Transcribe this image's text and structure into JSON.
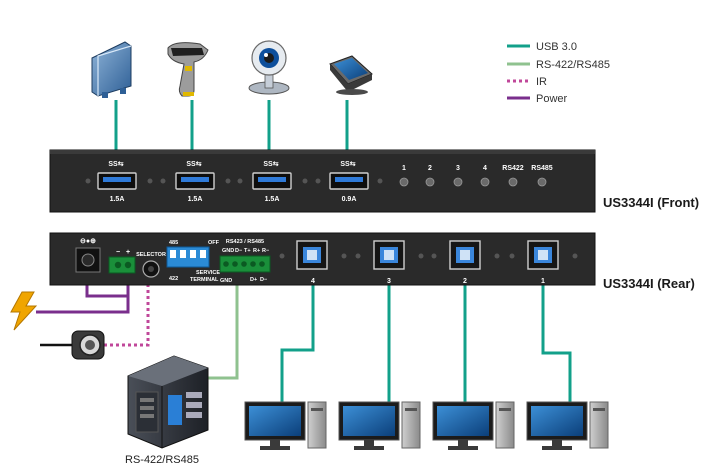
{
  "legend": {
    "items": [
      {
        "label": "USB 3.0",
        "color": "#12a08a",
        "style": "solid"
      },
      {
        "label": "RS-422/RS485",
        "color": "#8fc28f",
        "style": "solid"
      },
      {
        "label": "IR",
        "color": "#c0479a",
        "style": "dotted"
      },
      {
        "label": "Power",
        "color": "#7a2f8c",
        "style": "solid"
      }
    ]
  },
  "front": {
    "title": "US3344I (Front)",
    "usb_badge": "SS⇆",
    "ports": [
      {
        "current": "1.5A"
      },
      {
        "current": "1.5A"
      },
      {
        "current": "1.5A"
      },
      {
        "current": "0.9A"
      }
    ],
    "leds": [
      "1",
      "2",
      "3",
      "4",
      "RS422",
      "RS485"
    ]
  },
  "rear": {
    "title": "US3344I (Rear)",
    "power_symbol": "⊖●⊕",
    "power_terminal_labels": [
      "−",
      "+"
    ],
    "selector_label": "SELECTOR",
    "dip_labels": {
      "top_left": "485",
      "top_right": "OFF",
      "bottom_left": "422",
      "service": "SERVICE",
      "terminal": "TERMINAL"
    },
    "terminal_title": "RS423 / RS485",
    "terminal_pins_top": [
      "GND",
      "D−",
      "T+",
      "R+",
      "R−"
    ],
    "terminal_pins_bottom": [
      "GND",
      "D+",
      "D−"
    ],
    "host_ports": [
      "4",
      "3",
      "2",
      "1"
    ]
  },
  "device_caption": "RS-422/RS485",
  "icons": {
    "top_devices": [
      "external-drive-icon",
      "barcode-scanner-icon",
      "webcam-icon",
      "touch-display-icon"
    ],
    "power": "lightning-icon",
    "ir": "ir-receiver-icon",
    "serial_device": "industrial-controller-icon",
    "computers": [
      "computer-icon",
      "computer-icon",
      "computer-icon",
      "computer-icon"
    ]
  }
}
